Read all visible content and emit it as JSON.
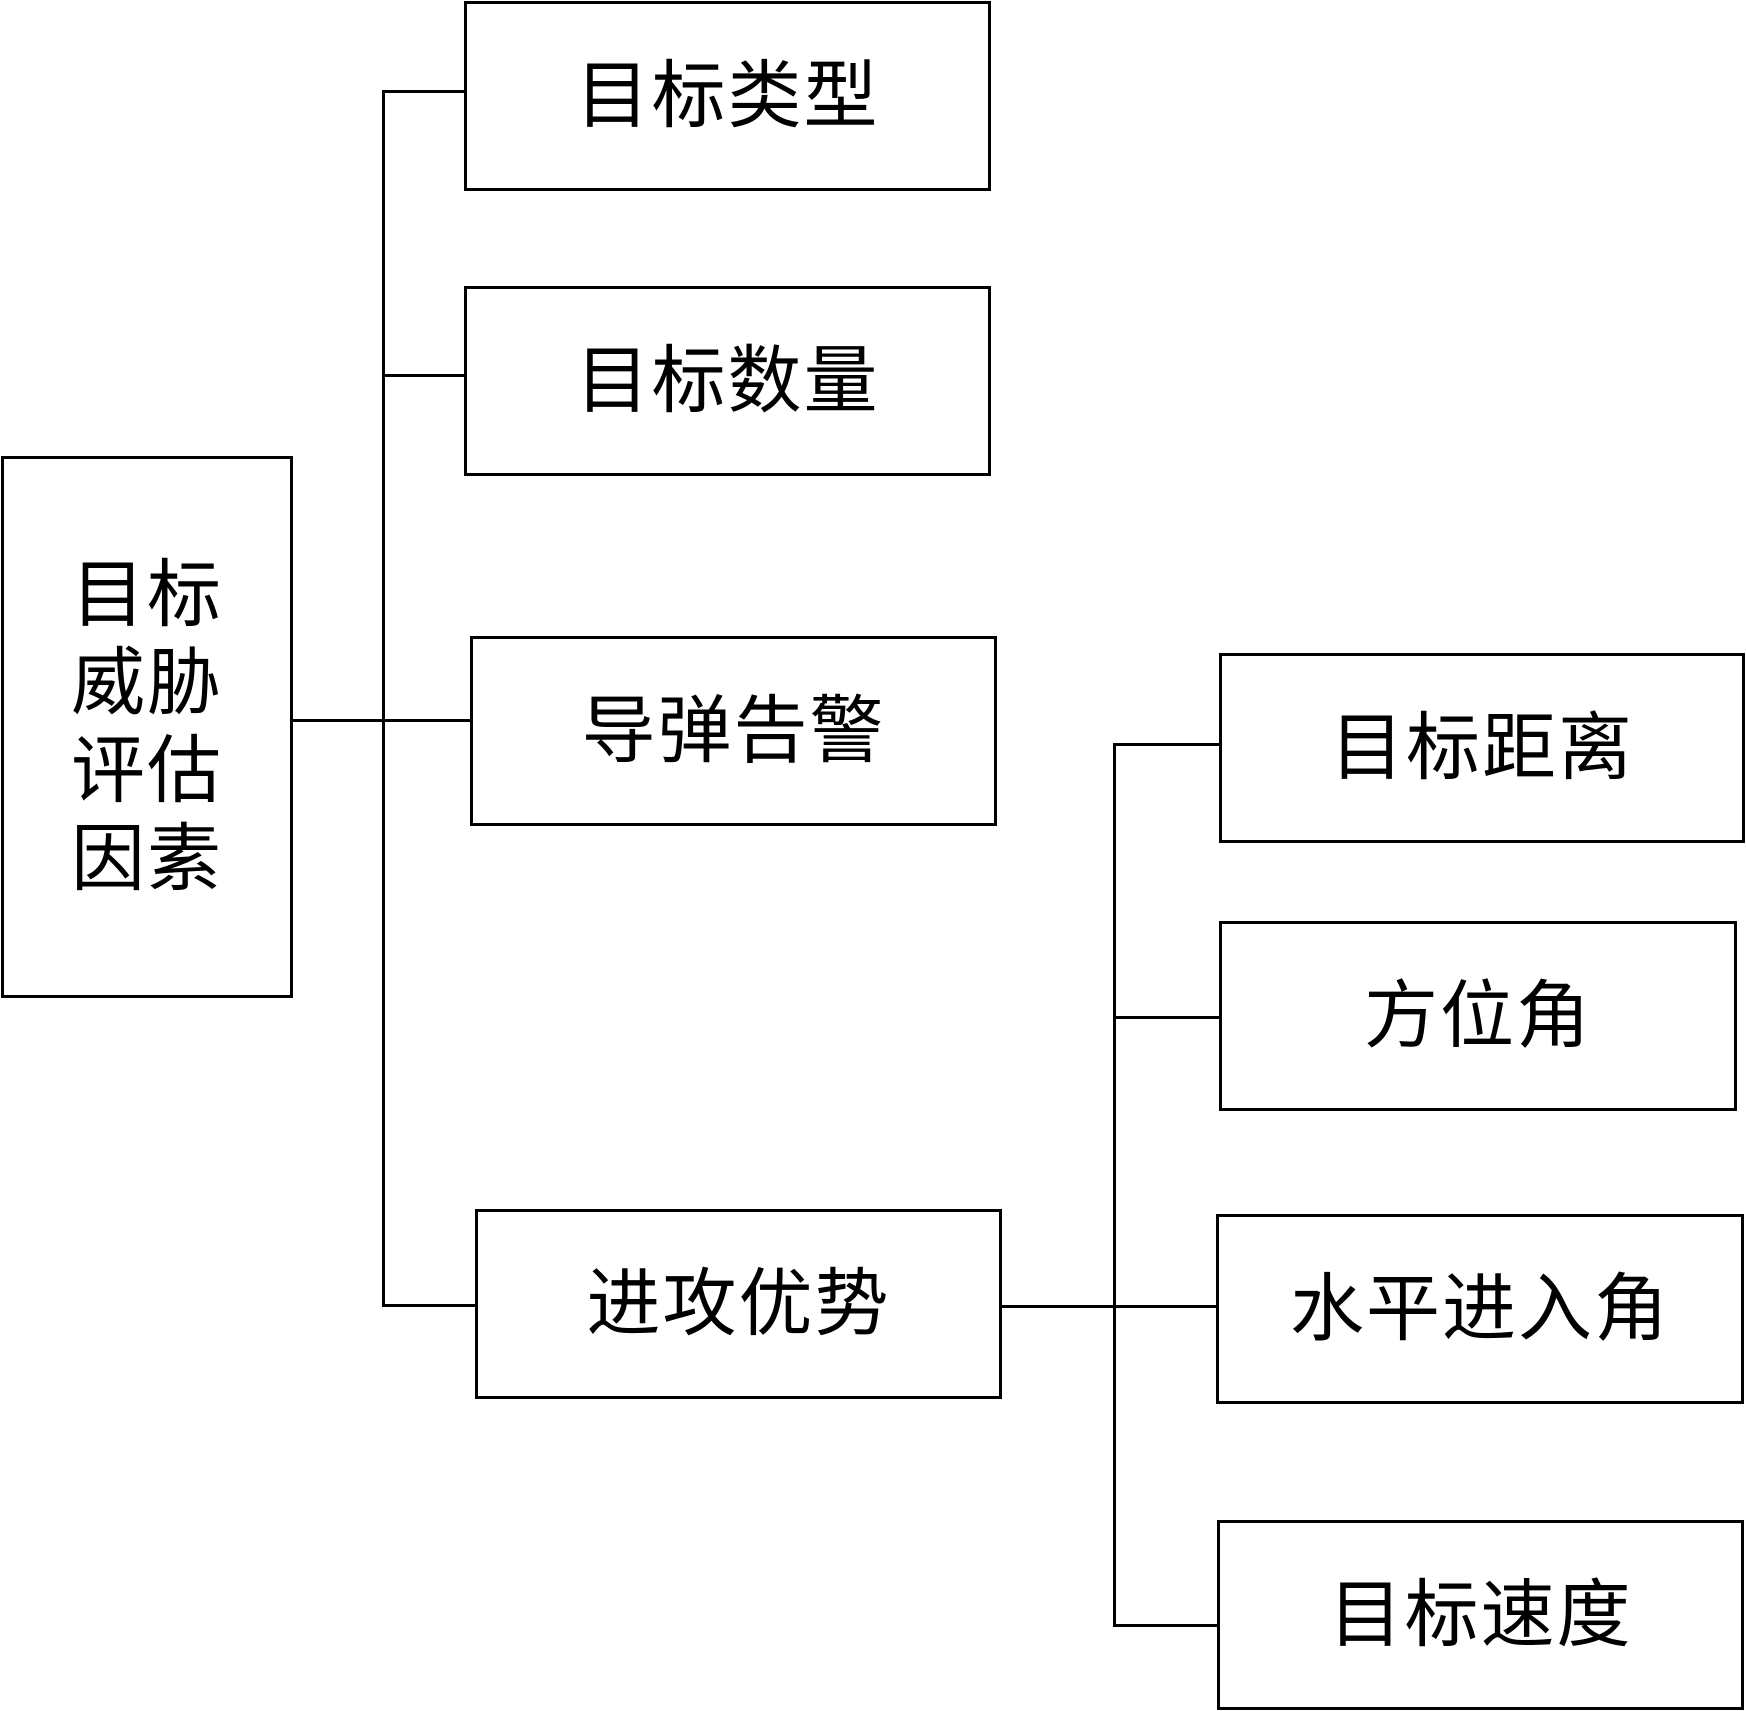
{
  "diagram": {
    "root": {
      "label": "目标威胁评估因素"
    },
    "factors": [
      {
        "label": "目标类型"
      },
      {
        "label": "目标数量"
      },
      {
        "label": "导弹告警"
      },
      {
        "label": "进攻优势"
      }
    ],
    "sub_factors": [
      {
        "label": "目标距离"
      },
      {
        "label": "方位角"
      },
      {
        "label": "水平进入角"
      },
      {
        "label": "目标速度"
      }
    ]
  }
}
